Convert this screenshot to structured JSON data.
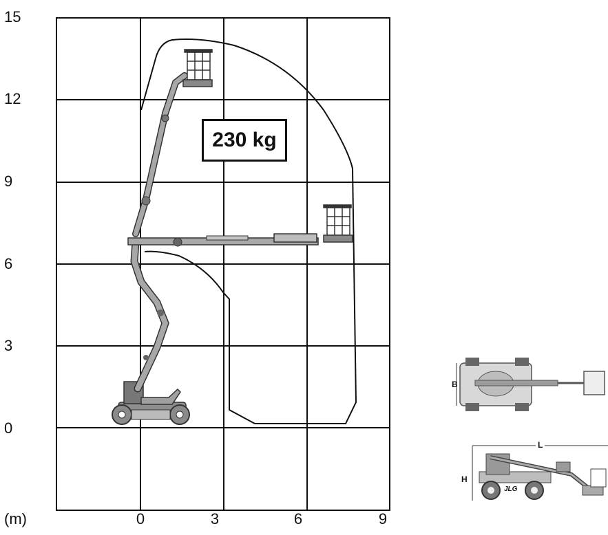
{
  "y_ticks": [
    "15",
    "12",
    "9",
    "6",
    "3",
    "0"
  ],
  "x_ticks": [
    "0",
    "3",
    "6",
    "9"
  ],
  "unit_label": "(m)",
  "payload": "230 kg",
  "dimensions": {
    "width": "B",
    "length": "L",
    "height": "H"
  },
  "brand": "JLG",
  "colors": {
    "line": "#111111",
    "machine": "#9a9a9a",
    "machine_dark": "#555555"
  },
  "icons": [
    "aerial-boom-lift",
    "lift-top-view",
    "lift-side-view"
  ]
}
